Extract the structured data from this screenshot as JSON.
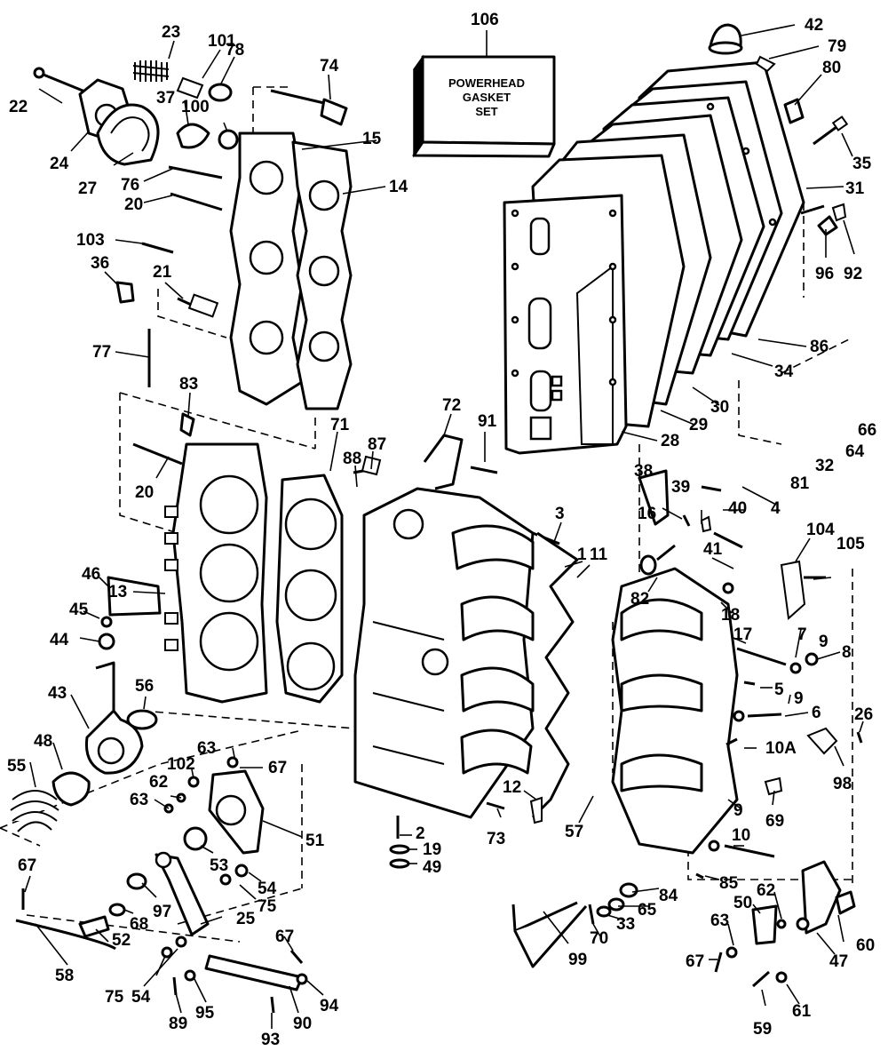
{
  "box_label": [
    "POWERHEAD",
    "GASKET",
    "SET"
  ],
  "callouts": [
    "1",
    "2",
    "3",
    "4",
    "5",
    "6",
    "7",
    "8",
    "9",
    "9",
    "9",
    "10",
    "10A",
    "11",
    "12",
    "13",
    "14",
    "15",
    "16",
    "17",
    "18",
    "19",
    "20",
    "20",
    "21",
    "22",
    "23",
    "24",
    "25",
    "26",
    "27",
    "28",
    "29",
    "30",
    "31",
    "32",
    "33",
    "34",
    "35",
    "36",
    "37",
    "38",
    "39",
    "40",
    "41",
    "42",
    "43",
    "44",
    "45",
    "46",
    "47",
    "48",
    "49",
    "50",
    "51",
    "52",
    "53",
    "54",
    "54",
    "55",
    "56",
    "57",
    "58",
    "59",
    "60",
    "61",
    "62",
    "62",
    "63",
    "63",
    "63",
    "64",
    "65",
    "66",
    "67",
    "67",
    "67",
    "67",
    "68",
    "69",
    "70",
    "71",
    "72",
    "73",
    "74",
    "75",
    "75",
    "76",
    "77",
    "78",
    "79",
    "80",
    "81",
    "82",
    "83",
    "84",
    "85",
    "86",
    "87",
    "88",
    "89",
    "90",
    "91",
    "92",
    "93",
    "94",
    "95",
    "96",
    "97",
    "98",
    "99",
    "100",
    "101",
    "102",
    "103",
    "104",
    "105",
    "106"
  ]
}
